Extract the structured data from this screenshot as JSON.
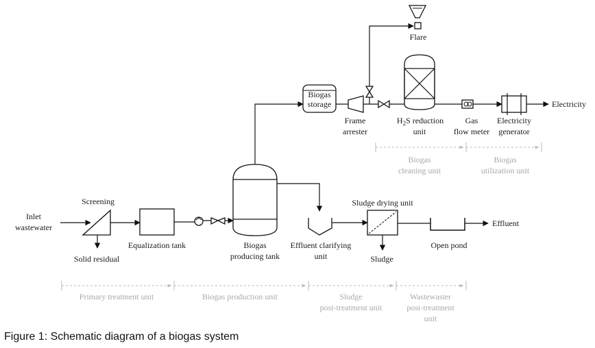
{
  "labels": {
    "flare": "Flare",
    "biogas_storage_1": "Biogas",
    "biogas_storage_2": "storage",
    "frame_arrester_1": "Frame",
    "frame_arrester_2": "arrester",
    "h2s_prefix": "H",
    "h2s_sub": "2",
    "h2s_suffix": "S reduction",
    "h2s_unit": "unit",
    "gas_flow_meter_1": "Gas",
    "gas_flow_meter_2": "flow meter",
    "electricity_generator_1": "Electricity",
    "electricity_generator_2": "generator",
    "electricity": "Electricity",
    "inlet_1": "Inlet",
    "inlet_2": "wastewater",
    "screening": "Screening",
    "solid_residual": "Solid residual",
    "equalization_tank": "Equalization tank",
    "biogas_producing_1": "Biogas",
    "biogas_producing_2": "producing tank",
    "effluent_clarifying_1": "Effluent clarifying",
    "effluent_clarifying_2": "unit",
    "sludge_drying_unit": "Sludge drying unit",
    "sludge": "Sludge",
    "open_pond": "Open pond",
    "effluent": "Effluent"
  },
  "unit_groups": {
    "biogas_cleaning_1": "Biogas",
    "biogas_cleaning_2": "cleaning unit",
    "biogas_utilization_1": "Biogas",
    "biogas_utilization_2": "utilization unit",
    "primary_treatment": "Primary treatment unit",
    "biogas_production": "Biogas production unit",
    "sludge_post_1": "Sludge",
    "sludge_post_2": "post-treatment unit",
    "wastewater_post_1": "Wastewaster",
    "wastewater_post_2": "post-treatment",
    "wastewater_post_3": "unit"
  },
  "caption": "Figure 1: Schematic diagram of a biogas system"
}
